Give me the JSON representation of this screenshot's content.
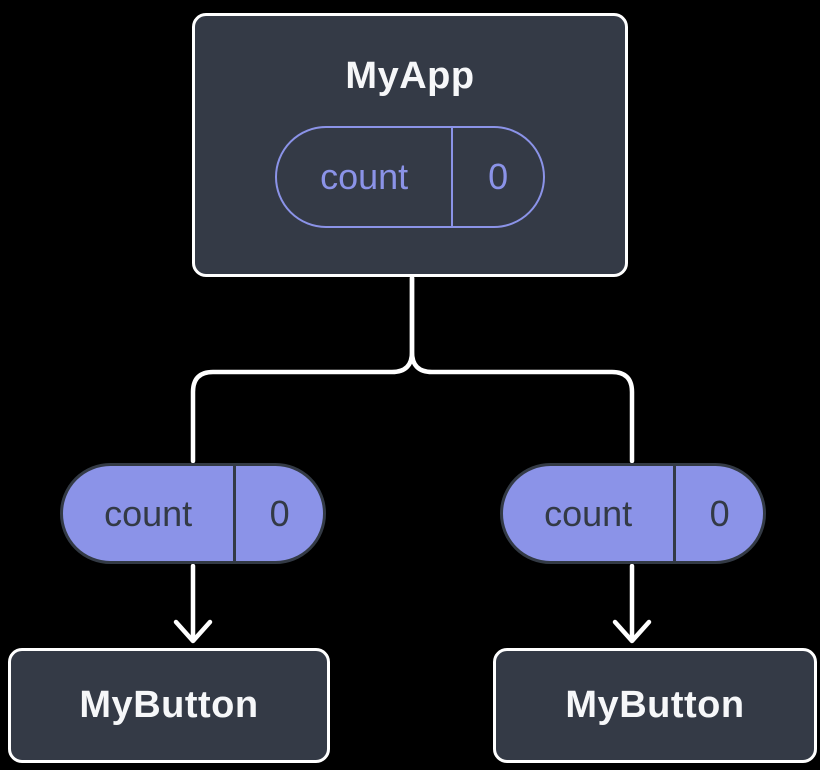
{
  "diagram": {
    "root": {
      "title": "MyApp",
      "state_pill": {
        "label": "count",
        "value": "0"
      }
    },
    "prop_pills": [
      {
        "label": "count",
        "value": "0"
      },
      {
        "label": "count",
        "value": "0"
      }
    ],
    "children": [
      {
        "title": "MyButton"
      },
      {
        "title": "MyButton"
      }
    ]
  },
  "colors": {
    "canvas_bg": "#000000",
    "box_fill": "#343a46",
    "box_border": "#ffffff",
    "text_light": "#f6f7f9",
    "accent_purple": "#8b93e8",
    "pill_ink": "#333a45",
    "connector": "#ffffff"
  }
}
